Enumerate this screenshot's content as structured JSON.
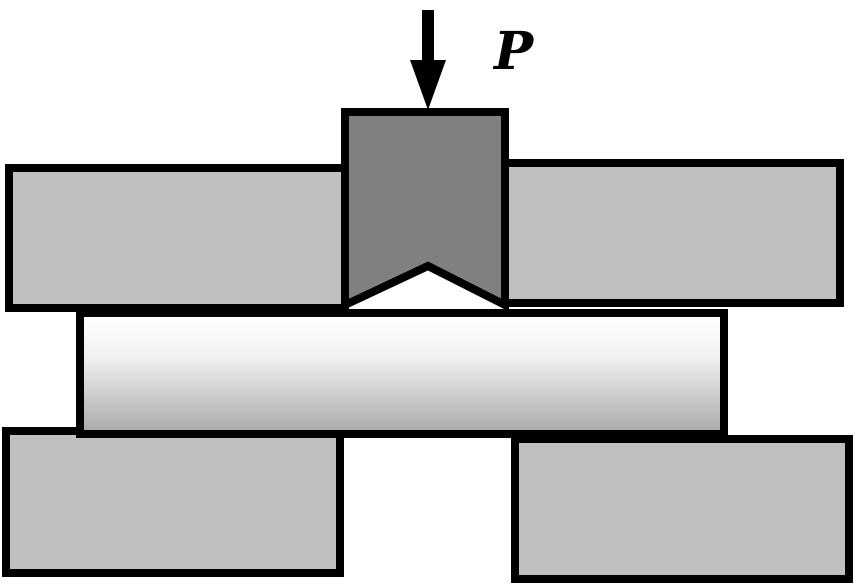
{
  "load": {
    "label": "P"
  },
  "colors": {
    "outline": "#000000",
    "support_fill": "#c0c0c0",
    "punch_fill": "#808080",
    "specimen_top": "#ffffff",
    "specimen_bottom": "#a8a8a8",
    "background": "#ffffff"
  },
  "components": {
    "top_left_block": "top-left-support-block",
    "top_right_block": "top-right-support-block",
    "punch": "v-notch-punch",
    "specimen": "specimen-beam",
    "bottom_left_block": "bottom-left-support-block",
    "bottom_right_block": "bottom-right-support-block"
  }
}
